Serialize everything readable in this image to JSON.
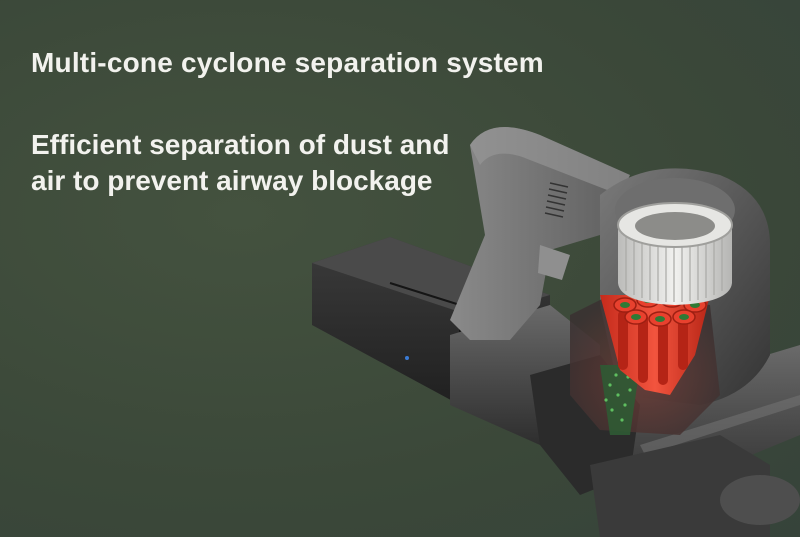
{
  "headline": "Multi-cone cyclone separation system",
  "subline_1": "Efficient separation of dust and",
  "subline_2": "air to prevent airway blockage",
  "colors": {
    "background": "#3d4b3b",
    "text": "#f2f2ee",
    "cones": "#e8412e",
    "filter": "#d9d9d6",
    "body": "#4a4a4a"
  }
}
